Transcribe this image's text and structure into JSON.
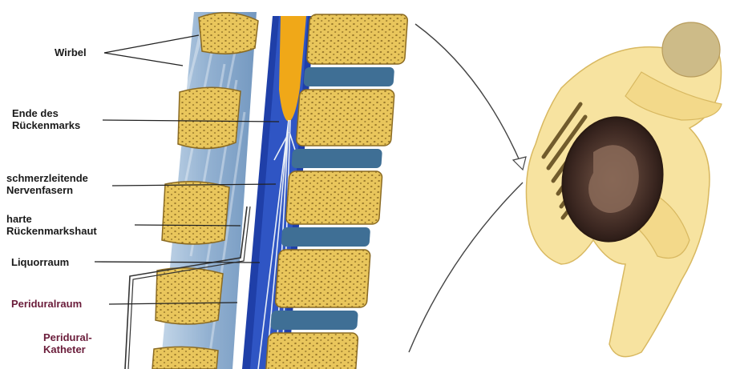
{
  "labels": {
    "wirbel": "Wirbel",
    "ende_line1": "Ende des",
    "ende_line2": "Rückenmarks",
    "nerven_line1": "schmerzleitende",
    "nerven_line2": "Nervenfasern",
    "harte_line1": "harte",
    "harte_line2": "Rückenmarkshaut",
    "liquor": "Liquorraum",
    "peridural": "Periduralraum",
    "katheter_line1": "Peridural-",
    "katheter_line2": "Katheter"
  },
  "colors": {
    "bone": "#e8c75a",
    "bone_dark": "#8a6a22",
    "disc": "#3f6f95",
    "spinal_blue": "#1f3fa8",
    "spinal_cord": "#f0a818",
    "nerve": "#e8eef6",
    "ligament": "#7aa0c8",
    "figure_skin": "#f7e3a0",
    "label_dark": "#1a1a1a",
    "label_maroon": "#6a1c3a"
  }
}
